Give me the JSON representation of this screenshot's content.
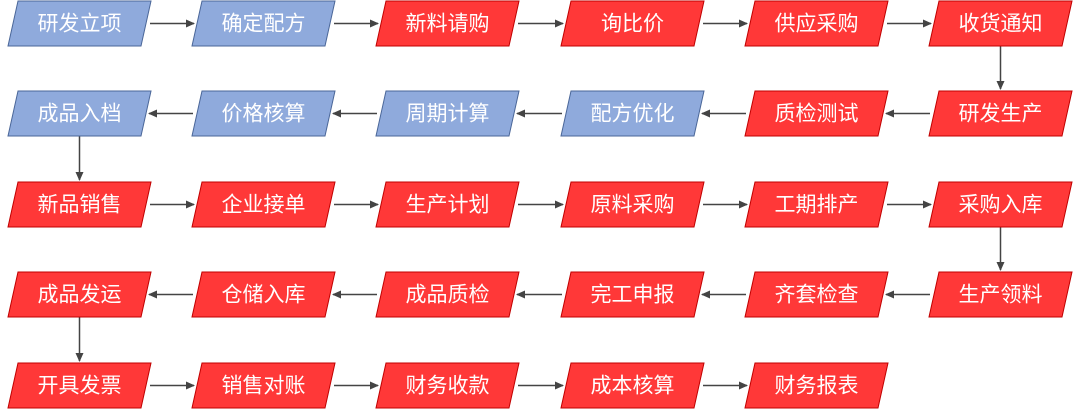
{
  "colors": {
    "blue_fill": "#8FAADC",
    "blue_stroke": "#4A6698",
    "red_fill": "#FF3838",
    "red_stroke": "#C00000",
    "arrow": "#444444",
    "text": "#FFFFFF"
  },
  "rows": [
    {
      "direction": "left-to-right",
      "steps": [
        {
          "label": "研发立项",
          "color": "blue"
        },
        {
          "label": "确定配方",
          "color": "blue"
        },
        {
          "label": "新料请购",
          "color": "red"
        },
        {
          "label": "询比价",
          "color": "red"
        },
        {
          "label": "供应采购",
          "color": "red"
        },
        {
          "label": "收货通知",
          "color": "red"
        }
      ]
    },
    {
      "direction": "right-to-left",
      "steps": [
        {
          "label": "研发生产",
          "color": "red"
        },
        {
          "label": "质检测试",
          "color": "red"
        },
        {
          "label": "配方优化",
          "color": "blue"
        },
        {
          "label": "周期计算",
          "color": "blue"
        },
        {
          "label": "价格核算",
          "color": "blue"
        },
        {
          "label": "成品入档",
          "color": "blue"
        }
      ]
    },
    {
      "direction": "left-to-right",
      "steps": [
        {
          "label": "新品销售",
          "color": "red"
        },
        {
          "label": "企业接单",
          "color": "red"
        },
        {
          "label": "生产计划",
          "color": "red"
        },
        {
          "label": "原料采购",
          "color": "red"
        },
        {
          "label": "工期排产",
          "color": "red"
        },
        {
          "label": "采购入库",
          "color": "red"
        }
      ]
    },
    {
      "direction": "right-to-left",
      "steps": [
        {
          "label": "生产领料",
          "color": "red"
        },
        {
          "label": "齐套检查",
          "color": "red"
        },
        {
          "label": "完工申报",
          "color": "red"
        },
        {
          "label": "成品质检",
          "color": "red"
        },
        {
          "label": "仓储入库",
          "color": "red"
        },
        {
          "label": "成品发运",
          "color": "red"
        }
      ]
    },
    {
      "direction": "left-to-right",
      "steps": [
        {
          "label": "开具发票",
          "color": "red"
        },
        {
          "label": "销售对账",
          "color": "red"
        },
        {
          "label": "财务收款",
          "color": "red"
        },
        {
          "label": "成本核算",
          "color": "red"
        },
        {
          "label": "财务报表",
          "color": "red"
        }
      ]
    }
  ]
}
